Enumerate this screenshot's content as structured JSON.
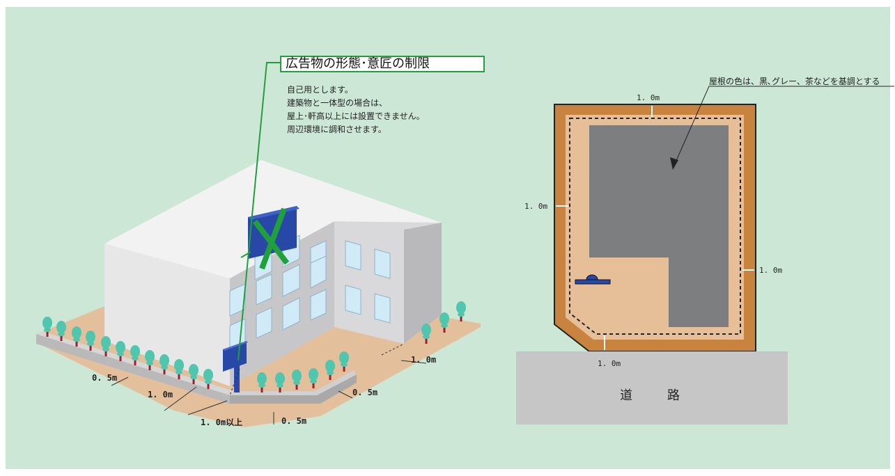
{
  "sign_restrictions": {
    "title": "広告物の形態･意匠の制限",
    "lines": [
      "自己用とします。",
      "建築物と一体型の場合は、",
      "屋上･軒高以上には設置できません。",
      "周辺環境に調和させます。"
    ]
  },
  "left_dimensions": {
    "d1": "0. 5m",
    "d2": "1. 0m",
    "d3": "1. 0m以上",
    "d4": "0. 5m",
    "d5": "0. 5m",
    "d6": "1. 0m"
  },
  "site_plan": {
    "roof_note": "屋根の色は、黒､グレー、茶などを基調とする",
    "setback_top": "1. 0m",
    "setback_left": "1. 0m",
    "setback_right": "1. 0m",
    "setback_bottom": "1. 0m",
    "road_label": "道　路"
  },
  "colors": {
    "background": "#cde7d6",
    "accent_green": "#1fa03c",
    "ground": "#e3bf9c",
    "site_border": "#c8843f",
    "site_inner": "#e6bf99",
    "roof": "#7d7e80",
    "road": "#c6c6c6",
    "tree": "#4fc6ad",
    "sign_blue": "#2848a8"
  }
}
